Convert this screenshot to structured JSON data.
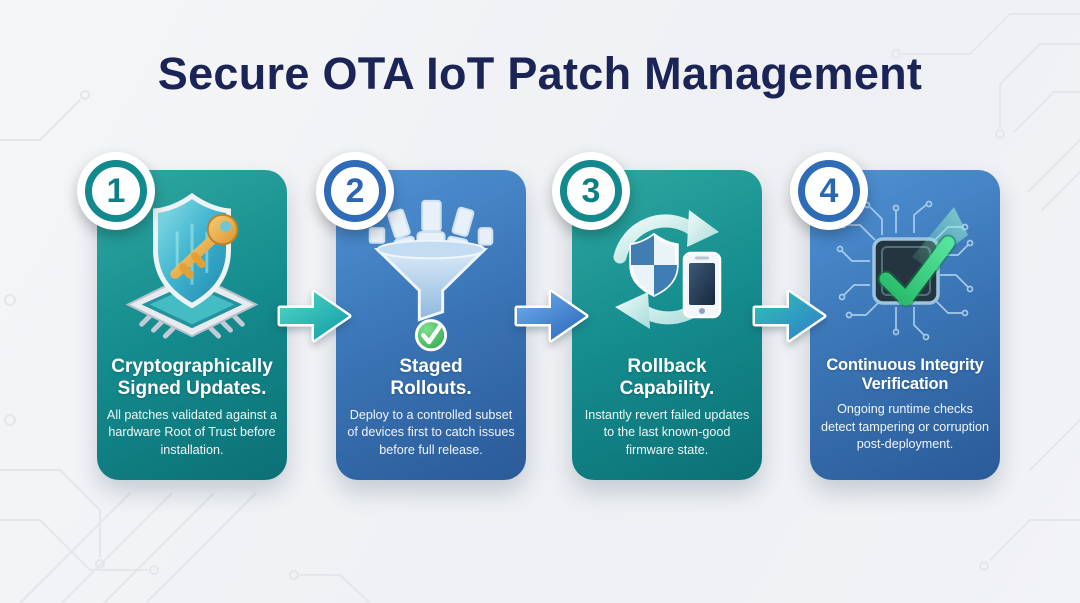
{
  "page": {
    "title": "Secure OTA IoT Patch Management",
    "title_color": "#1a2456",
    "background_color": "#f2f3f6"
  },
  "steps": [
    {
      "number": "1",
      "accent": "teal",
      "accent_color": "#0e8489",
      "card_gradient": [
        "#2fa8a1",
        "#0b7076"
      ],
      "icon": "shield-key-chip-icon",
      "title": "Cryptographically Signed Updates.",
      "title_lines": [
        "Cryptographically",
        "Signed Updates."
      ],
      "description": "All patches validated against a hardware Root of Trust before installation."
    },
    {
      "number": "2",
      "accent": "blue",
      "accent_color": "#2f6cb8",
      "card_gradient": [
        "#5093d6",
        "#2a5a99"
      ],
      "icon": "funnel-devices-check-icon",
      "title": "Staged Rollouts.",
      "title_lines": [
        "Staged",
        "Rollouts."
      ],
      "description": "Deploy to a controlled subset of devices first to catch issues before full release."
    },
    {
      "number": "3",
      "accent": "teal",
      "accent_color": "#0e8489",
      "card_gradient": [
        "#2fa8a1",
        "#0b7076"
      ],
      "icon": "rollback-cycle-shield-phone-icon",
      "title": "Rollback Capability.",
      "title_lines": [
        "Rollback",
        "Capability."
      ],
      "description": "Instantly revert failed updates to the last known-good firmware state."
    },
    {
      "number": "4",
      "accent": "blue",
      "accent_color": "#2f6cb8",
      "card_gradient": [
        "#5093d6",
        "#2a5a99"
      ],
      "icon": "chip-checkmark-circuit-icon",
      "title": "Continuous Integrity Verification",
      "title_lines": [
        "Continuous Integrity",
        "Verification"
      ],
      "description": "Ongoing runtime checks detect tampering or corruption post-deployment."
    }
  ],
  "arrows": [
    {
      "name": "arrow-step1-step2",
      "direction": "right",
      "gradient": [
        "#52d8c3",
        "#0f9aa6"
      ]
    },
    {
      "name": "arrow-step2-step3",
      "direction": "right",
      "gradient": [
        "#6fb0ee",
        "#2a64b8"
      ]
    },
    {
      "name": "arrow-step3-step4",
      "direction": "right",
      "gradient": [
        "#2fc3b5",
        "#2f7ccc"
      ]
    }
  ]
}
